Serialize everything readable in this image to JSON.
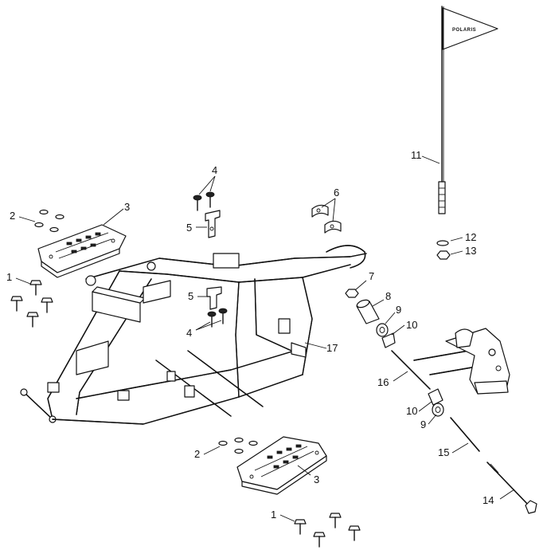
{
  "flag": {
    "brand": "POLARIS"
  },
  "callouts": {
    "c1a": "1",
    "c1b": "1",
    "c2a": "2",
    "c2b": "2",
    "c3a": "3",
    "c3b": "3",
    "c4a": "4",
    "c4b": "4",
    "c5a": "5",
    "c5b": "5",
    "c6": "6",
    "c7": "7",
    "c8": "8",
    "c9a": "9",
    "c9b": "9",
    "c10a": "10",
    "c10b": "10",
    "c11": "11",
    "c12": "12",
    "c13": "13",
    "c14": "14",
    "c15": "15",
    "c16": "16",
    "c17": "17"
  }
}
